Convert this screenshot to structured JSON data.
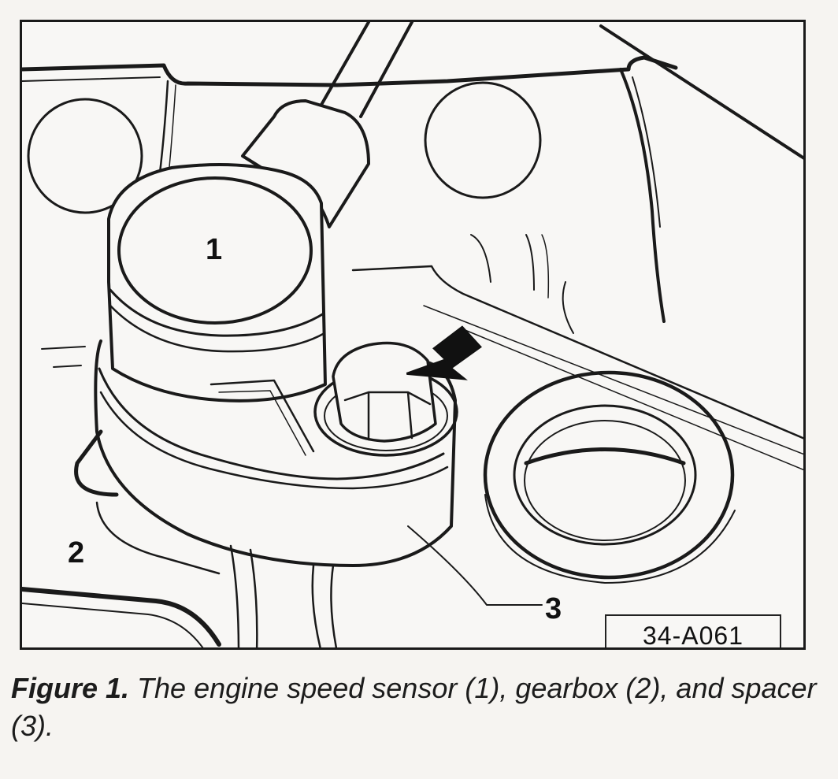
{
  "diagram": {
    "callouts": [
      {
        "id": "1",
        "label": "1"
      },
      {
        "id": "2",
        "label": "2"
      },
      {
        "id": "3",
        "label": "3"
      }
    ],
    "reference_code": "34-A061"
  },
  "caption": {
    "label": "Figure 1.",
    "text": "The engine speed sensor (1), gearbox (2), and spacer (3)."
  },
  "colors": {
    "line": "#1a1a1a",
    "paper": "#f8f7f5"
  },
  "icons": {
    "pointer": "arrow-pointing-down-left-icon"
  }
}
